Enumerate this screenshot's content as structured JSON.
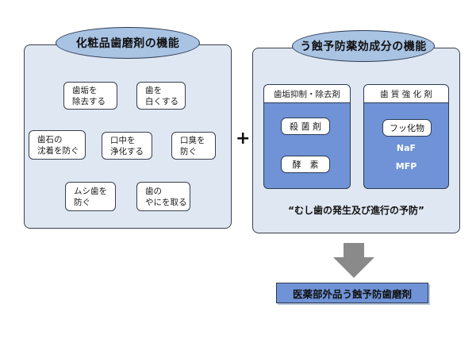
{
  "left_panel": {
    "title": "化粧品歯磨剤の機能",
    "functions": [
      {
        "line1": "歯垢を",
        "line2": "除去する"
      },
      {
        "line1": "歯を",
        "line2": "白くする"
      },
      {
        "line1": "歯石の",
        "line2": "沈着を防ぐ"
      },
      {
        "line1": "口中を",
        "line2": "浄化する"
      },
      {
        "line1": "口臭を",
        "line2": "防ぐ"
      },
      {
        "line1": "ムシ歯を",
        "line2": "防ぐ"
      },
      {
        "line1": "歯の",
        "line2": "やにを取る"
      }
    ]
  },
  "plus_sign": "+",
  "right_panel": {
    "title": "う蝕予防薬効成分の機能",
    "groups": [
      {
        "header": "歯垢抑制・除去剤",
        "items": [
          "殺 菌 剤",
          "酵　素"
        ]
      },
      {
        "header": "歯 質 強 化 剤",
        "items": [
          "フッ化物"
        ],
        "chemicals": [
          "NaF",
          "MFP"
        ]
      }
    ],
    "tagline": "“むし歯の発生及び進行の予防”"
  },
  "result_label": "医薬部外品う蝕予防歯磨剤",
  "colors": {
    "panel_bg": "#dfe7f2",
    "title_pill": "#a9c3e3",
    "group_blue": "#6f93d6",
    "arrow_gray": "#8a8a8a"
  }
}
